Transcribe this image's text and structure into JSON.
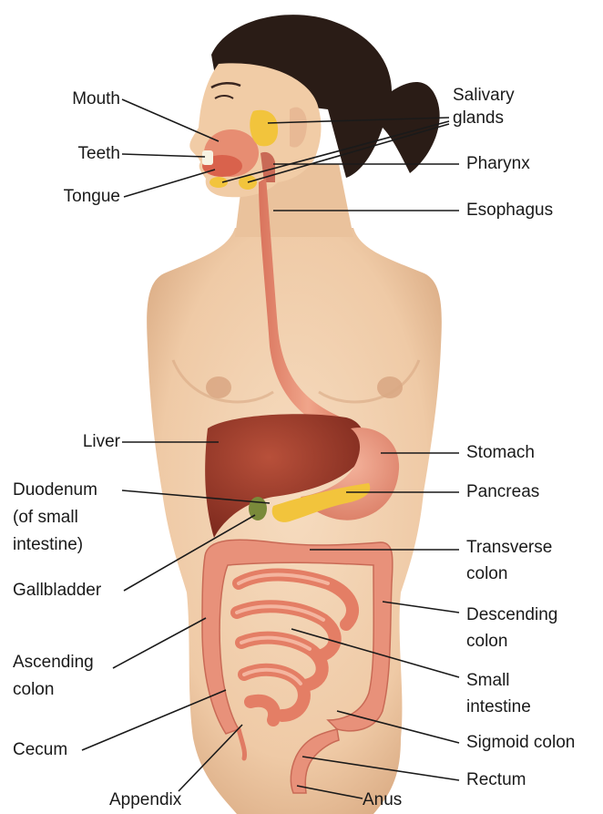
{
  "labels": {
    "mouth": "Mouth",
    "teeth": "Teeth",
    "tongue": "Tongue",
    "salivary_1": "Salivary",
    "salivary_2": "glands",
    "pharynx": "Pharynx",
    "esophagus": "Esophagus",
    "liver": "Liver",
    "stomach": "Stomach",
    "duodenum_1": "Duodenum",
    "duodenum_2": "(of small",
    "duodenum_3": "intestine)",
    "pancreas": "Pancreas",
    "transverse_1": "Transverse",
    "transverse_2": "colon",
    "gallbladder": "Gallbladder",
    "descending_1": "Descending",
    "descending_2": "colon",
    "ascending_1": "Ascending",
    "ascending_2": "colon",
    "small_1": "Small",
    "small_2": "intestine",
    "cecum": "Cecum",
    "sigmoid": "Sigmoid colon",
    "rectum": "Rectum",
    "appendix": "Appendix",
    "anus": "Anus"
  },
  "colors": {
    "skin": "#f1d0ae",
    "skin_shadow": "#dcae86",
    "hair": "#2a1c16",
    "liver": "#9b3a2a",
    "stomach": "#e99a80",
    "intestine": "#e8917a",
    "pancreas": "#f2c43c",
    "gallbladder": "#7a8a3a",
    "esophagus": "#e58e74",
    "leader_line": "#1a1a1a"
  }
}
